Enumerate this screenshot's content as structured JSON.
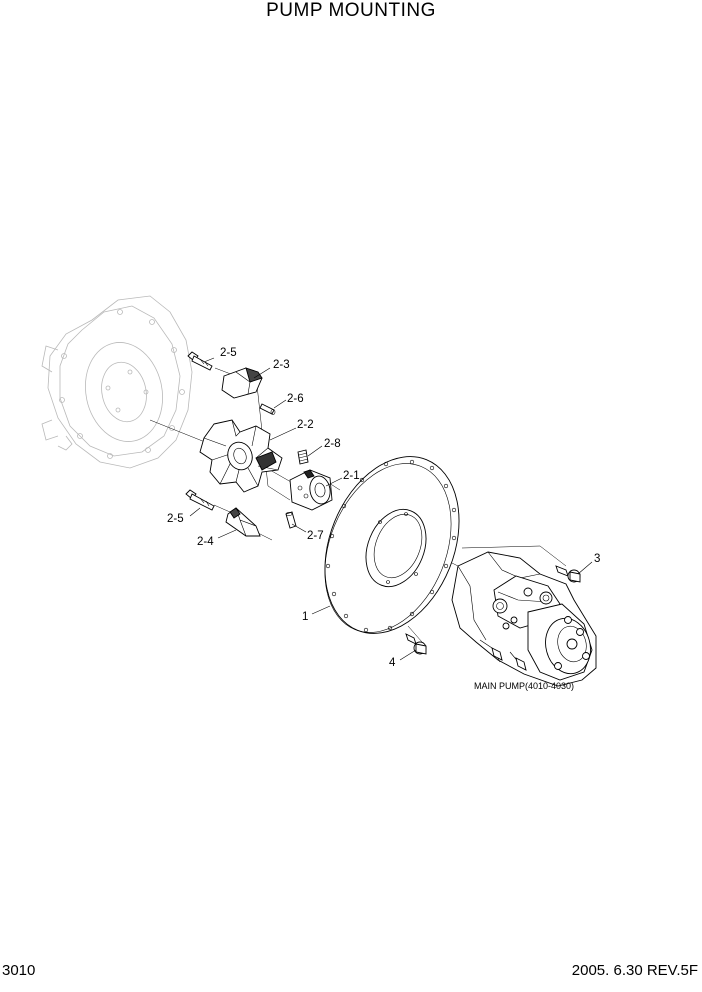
{
  "header": {
    "title": "PUMP MOUNTING"
  },
  "footer": {
    "page": "3010",
    "date_rev": "2005. 6.30  REV.5F"
  },
  "callouts": {
    "c2_5a": "2-5",
    "c2_3": "2-3",
    "c2_6": "2-6",
    "c2_2": "2-2",
    "c2_8": "2-8",
    "c2_1": "2-1",
    "c2_5b": "2-5",
    "c2_4": "2-4",
    "c2_7": "2-7",
    "c1": "1",
    "c3": "3",
    "c4": "4"
  },
  "captions": {
    "main_pump": "MAIN PUMP(4010-4030)"
  }
}
